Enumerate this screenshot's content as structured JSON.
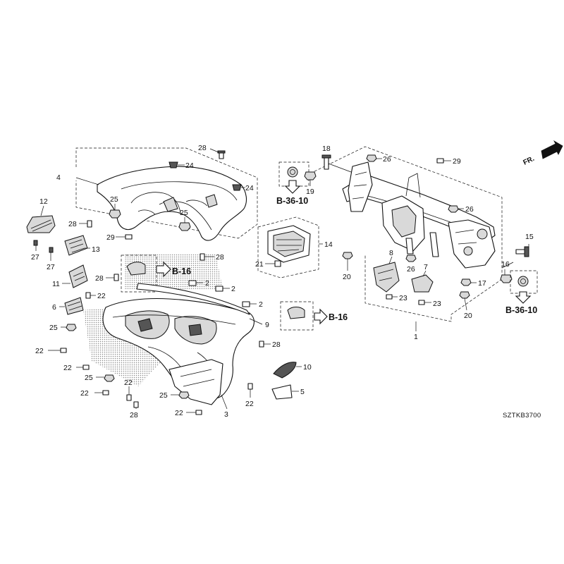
{
  "diagram_code": "SZTKB3700",
  "front_marker": "FR.",
  "references": {
    "b16": "B-16",
    "b3610": "B-36-10"
  },
  "callouts": [
    {
      "id": "c4",
      "text": "4"
    },
    {
      "id": "c28a",
      "text": "28"
    },
    {
      "id": "c24a",
      "text": "24"
    },
    {
      "id": "c24b",
      "text": "24"
    },
    {
      "id": "c25a",
      "text": "25"
    },
    {
      "id": "c25b",
      "text": "25"
    },
    {
      "id": "c12",
      "text": "12"
    },
    {
      "id": "c28b",
      "text": "28"
    },
    {
      "id": "c29a",
      "text": "29"
    },
    {
      "id": "c27a",
      "text": "27"
    },
    {
      "id": "c27b",
      "text": "27"
    },
    {
      "id": "c13",
      "text": "13"
    },
    {
      "id": "c28c",
      "text": "28"
    },
    {
      "id": "c11",
      "text": "11"
    },
    {
      "id": "c28d",
      "text": "28"
    },
    {
      "id": "c2a",
      "text": "2"
    },
    {
      "id": "c2b",
      "text": "2"
    },
    {
      "id": "c2c",
      "text": "2"
    },
    {
      "id": "c22a",
      "text": "22"
    },
    {
      "id": "c6",
      "text": "6"
    },
    {
      "id": "c25c",
      "text": "25"
    },
    {
      "id": "c9",
      "text": "9"
    },
    {
      "id": "c22b",
      "text": "22"
    },
    {
      "id": "c28e",
      "text": "28"
    },
    {
      "id": "c22c",
      "text": "22"
    },
    {
      "id": "c25d",
      "text": "25"
    },
    {
      "id": "c10",
      "text": "10"
    },
    {
      "id": "c22d",
      "text": "22"
    },
    {
      "id": "c22e",
      "text": "22"
    },
    {
      "id": "c25e",
      "text": "25"
    },
    {
      "id": "c22f",
      "text": "22"
    },
    {
      "id": "c5",
      "text": "5"
    },
    {
      "id": "c28f",
      "text": "28"
    },
    {
      "id": "c22g",
      "text": "22"
    },
    {
      "id": "c3",
      "text": "3"
    },
    {
      "id": "c18",
      "text": "18"
    },
    {
      "id": "c26a",
      "text": "26"
    },
    {
      "id": "c29b",
      "text": "29"
    },
    {
      "id": "c19",
      "text": "19"
    },
    {
      "id": "c14",
      "text": "14"
    },
    {
      "id": "c21",
      "text": "21"
    },
    {
      "id": "c26b",
      "text": "26"
    },
    {
      "id": "c15",
      "text": "15"
    },
    {
      "id": "c8",
      "text": "8"
    },
    {
      "id": "c7",
      "text": "7"
    },
    {
      "id": "c26c",
      "text": "26"
    },
    {
      "id": "c16",
      "text": "16"
    },
    {
      "id": "c17",
      "text": "17"
    },
    {
      "id": "c20a",
      "text": "20"
    },
    {
      "id": "c23a",
      "text": "23"
    },
    {
      "id": "c23b",
      "text": "23"
    },
    {
      "id": "c20b",
      "text": "20"
    },
    {
      "id": "c1",
      "text": "1"
    }
  ]
}
